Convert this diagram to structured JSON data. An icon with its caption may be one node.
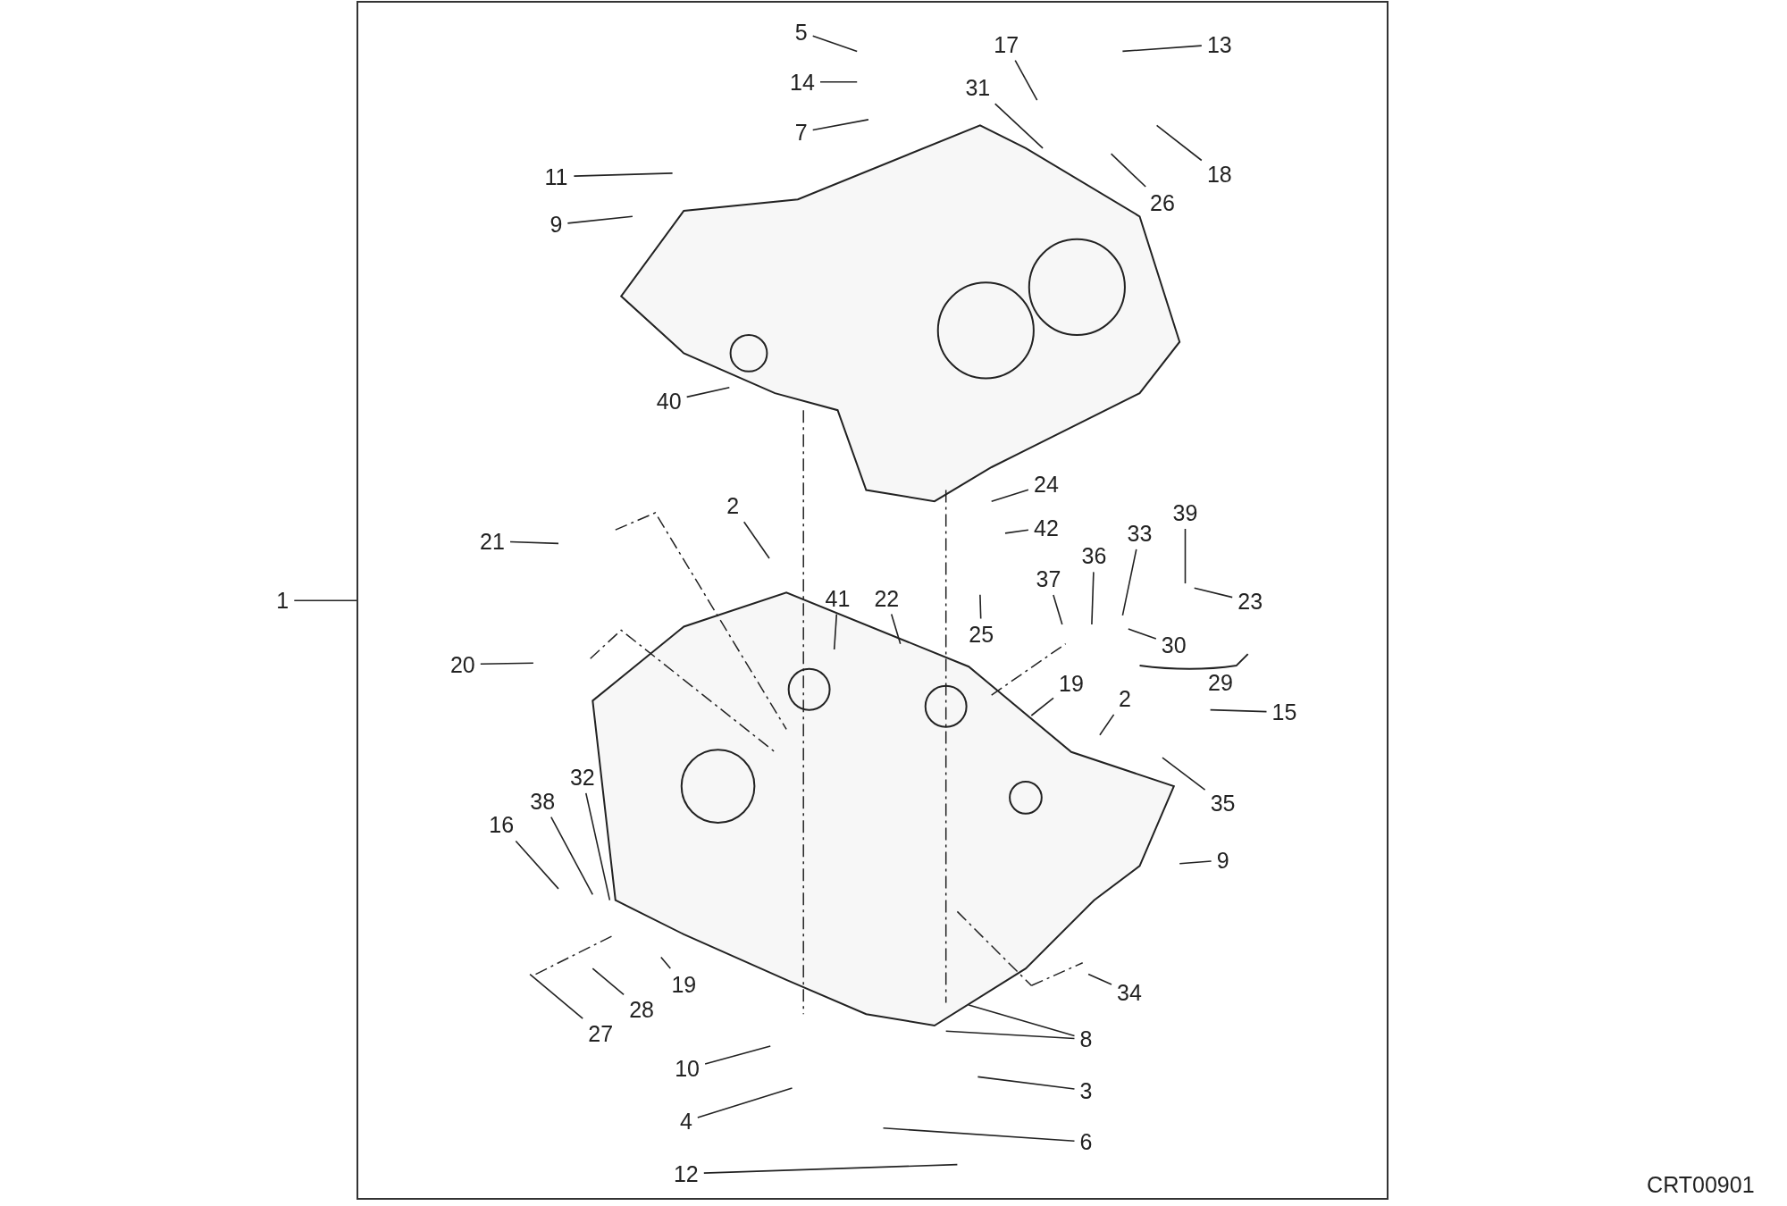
{
  "diagram": {
    "nodes": [
      {
        "text": [],
        "shape": "box"
      },
      {
        "text": [
          "1"
        ]
      },
      {
        "text": [
          "5"
        ],
        "in": 0
      },
      {
        "text": [
          "13"
        ],
        "in": 0
      },
      {
        "text": [
          "17"
        ],
        "in": 0
      },
      {
        "text": [
          "14"
        ],
        "in": 0
      },
      {
        "text": [
          "31"
        ],
        "in": 0
      },
      {
        "text": [
          "7"
        ],
        "in": 0
      },
      {
        "text": [
          "11"
        ],
        "in": 0
      },
      {
        "text": [
          "18"
        ],
        "in": 0
      },
      {
        "text": [
          "26"
        ],
        "in": 0
      },
      {
        "text": [
          "9"
        ],
        "in": 0
      },
      {
        "text": [
          "40"
        ],
        "in": 0
      },
      {
        "text": [
          "24"
        ],
        "in": 0
      },
      {
        "text": [
          "2"
        ],
        "in": 0
      },
      {
        "text": [
          "42"
        ],
        "in": 0
      },
      {
        "text": [
          "21"
        ],
        "in": 0
      },
      {
        "text": [
          "39"
        ],
        "in": 0
      },
      {
        "text": [
          "36"
        ],
        "in": 0
      },
      {
        "text": [
          "33"
        ],
        "in": 0
      },
      {
        "text": [
          "41"
        ],
        "in": 0
      },
      {
        "text": [
          "22"
        ],
        "in": 0
      },
      {
        "text": [
          "23"
        ],
        "in": 0
      },
      {
        "text": [
          "37"
        ],
        "in": 0
      },
      {
        "text": [
          "25"
        ],
        "in": 0
      },
      {
        "text": [
          "30"
        ],
        "in": 0
      },
      {
        "text": [
          "20"
        ],
        "in": 0
      },
      {
        "text": [
          "19"
        ],
        "in": 0
      },
      {
        "text": [
          "2"
        ],
        "in": 0
      },
      {
        "text": [
          "15"
        ],
        "in": 0
      },
      {
        "text": [
          "32"
        ],
        "in": 0
      },
      {
        "text": [
          "38"
        ],
        "in": 0
      },
      {
        "text": [
          "35"
        ],
        "in": 0
      },
      {
        "text": [
          "16"
        ],
        "in": 0
      },
      {
        "text": [
          "9"
        ],
        "in": 0
      },
      {
        "text": [
          "19"
        ],
        "in": 0
      },
      {
        "text": [
          "34"
        ],
        "in": 0
      },
      {
        "text": [
          "28"
        ],
        "in": 0
      },
      {
        "text": [
          "8"
        ],
        "in": 0
      },
      {
        "text": [
          "27"
        ],
        "in": 0
      },
      {
        "text": [
          "10"
        ],
        "in": 0
      },
      {
        "text": [
          "3"
        ],
        "in": 0
      },
      {
        "text": [
          "4"
        ],
        "in": 0
      },
      {
        "text": [
          "6"
        ],
        "in": 0
      },
      {
        "text": [
          "12"
        ],
        "in": 0
      }
    ],
    "edges": [
      {
        "from": 1,
        "to": 0,
        "arrow": "none"
      },
      {
        "from": 2,
        "to": null,
        "arrow": "none"
      },
      {
        "from": 3,
        "to": null,
        "arrow": "none"
      },
      {
        "from": 4,
        "to": null,
        "arrow": "none"
      },
      {
        "from": 5,
        "to": null,
        "arrow": "none"
      },
      {
        "from": 6,
        "to": null,
        "arrow": "none"
      },
      {
        "from": 7,
        "to": null,
        "arrow": "none"
      },
      {
        "from": 8,
        "to": null,
        "arrow": "none"
      },
      {
        "from": 9,
        "to": null,
        "arrow": "none"
      },
      {
        "from": 10,
        "to": null,
        "arrow": "none"
      },
      {
        "from": 11,
        "to": null,
        "arrow": "none"
      },
      {
        "from": 12,
        "to": null,
        "arrow": "none"
      },
      {
        "from": 13,
        "to": null,
        "arrow": "none"
      },
      {
        "from": 14,
        "to": null,
        "arrow": "none"
      },
      {
        "from": 15,
        "to": null,
        "arrow": "none"
      },
      {
        "from": 16,
        "to": null,
        "arrow": "none"
      },
      {
        "from": 17,
        "to": null,
        "arrow": "none"
      },
      {
        "from": 18,
        "to": null,
        "arrow": "none"
      },
      {
        "from": 19,
        "to": null,
        "arrow": "none"
      },
      {
        "from": 20,
        "to": null,
        "arrow": "none"
      },
      {
        "from": 21,
        "to": null,
        "arrow": "none"
      },
      {
        "from": 22,
        "to": null,
        "arrow": "none"
      },
      {
        "from": 23,
        "to": null,
        "arrow": "none"
      },
      {
        "from": 24,
        "to": null,
        "arrow": "none"
      },
      {
        "from": 25,
        "to": null,
        "arrow": "none"
      },
      {
        "from": 26,
        "to": null,
        "arrow": "none"
      },
      {
        "from": 27,
        "to": null,
        "arrow": "none"
      },
      {
        "from": 28,
        "to": null,
        "arrow": "none"
      },
      {
        "from": 29,
        "to": null,
        "arrow": "none"
      },
      {
        "from": 30,
        "to": null,
        "arrow": "none"
      },
      {
        "from": 31,
        "to": null,
        "arrow": "none"
      },
      {
        "from": 32,
        "to": null,
        "arrow": "none"
      },
      {
        "from": 33,
        "to": null,
        "arrow": "none"
      },
      {
        "from": 34,
        "to": null,
        "arrow": "none"
      },
      {
        "from": 35,
        "to": null,
        "arrow": "none"
      },
      {
        "from": 36,
        "to": null,
        "arrow": "none"
      },
      {
        "from": 37,
        "to": null,
        "arrow": "none"
      },
      {
        "from": 38,
        "to": null,
        "arrow": "none"
      },
      {
        "from": 38,
        "to": null,
        "arrow": "none"
      },
      {
        "from": 39,
        "to": null,
        "arrow": "none"
      },
      {
        "from": 40,
        "to": null,
        "arrow": "none"
      },
      {
        "from": 41,
        "to": null,
        "arrow": "none"
      },
      {
        "from": 42,
        "to": null,
        "arrow": "none"
      },
      {
        "from": 43,
        "to": null,
        "arrow": "none"
      },
      {
        "from": 44,
        "to": null,
        "arrow": "none"
      }
    ],
    "labels": [
      "29",
      "CRT00901"
    ]
  }
}
